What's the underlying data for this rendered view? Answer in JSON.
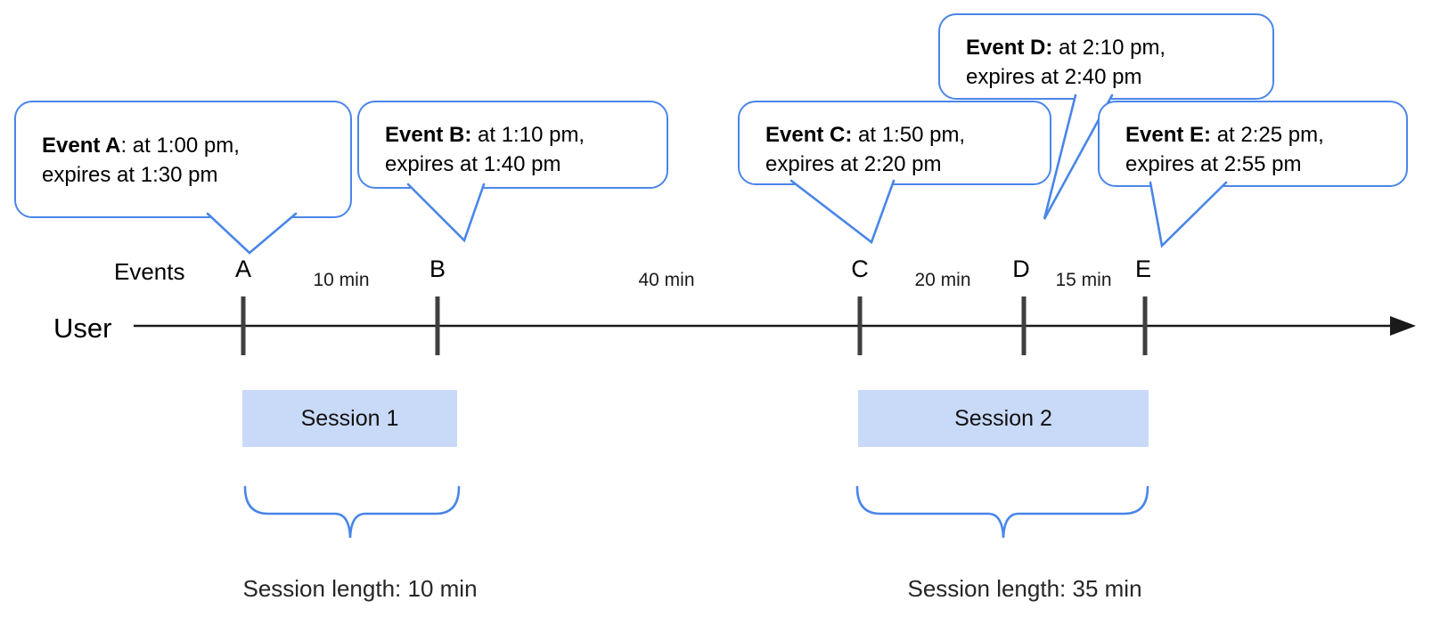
{
  "bubbles": [
    {
      "name": "A",
      "bold": "Event A",
      "rest": ": at 1:00 pm,",
      "line2": "expires at 1:30 pm"
    },
    {
      "name": "B",
      "bold": "Event B:",
      "rest": " at 1:10 pm,",
      "line2": "expires at 1:40 pm"
    },
    {
      "name": "C",
      "bold": "Event C:",
      "rest": " at 1:50 pm,",
      "line2": "expires at 2:20 pm"
    },
    {
      "name": "D",
      "bold": "Event D:",
      "rest": " at 2:10 pm,",
      "line2": "expires at 2:40 pm"
    },
    {
      "name": "E",
      "bold": "Event E:",
      "rest": " at 2:25 pm,",
      "line2": "expires at 2:55 pm"
    }
  ],
  "timeline": {
    "row_label": "Events",
    "axis_label": "User",
    "event_letters": [
      "A",
      "B",
      "C",
      "D",
      "E"
    ],
    "durations": [
      "10 min",
      "40 min",
      "20 min",
      "15 min"
    ]
  },
  "sessions": [
    {
      "label": "Session 1",
      "length_label": "Session length: 10 min"
    },
    {
      "label": "Session 2",
      "length_label": "Session length: 35 min"
    }
  ],
  "colors": {
    "accent_blue": "#4a86e8",
    "session_fill": "#c9daf8",
    "tick_gray": "#3f3f3f",
    "axis_black": "#1a1a1a"
  }
}
